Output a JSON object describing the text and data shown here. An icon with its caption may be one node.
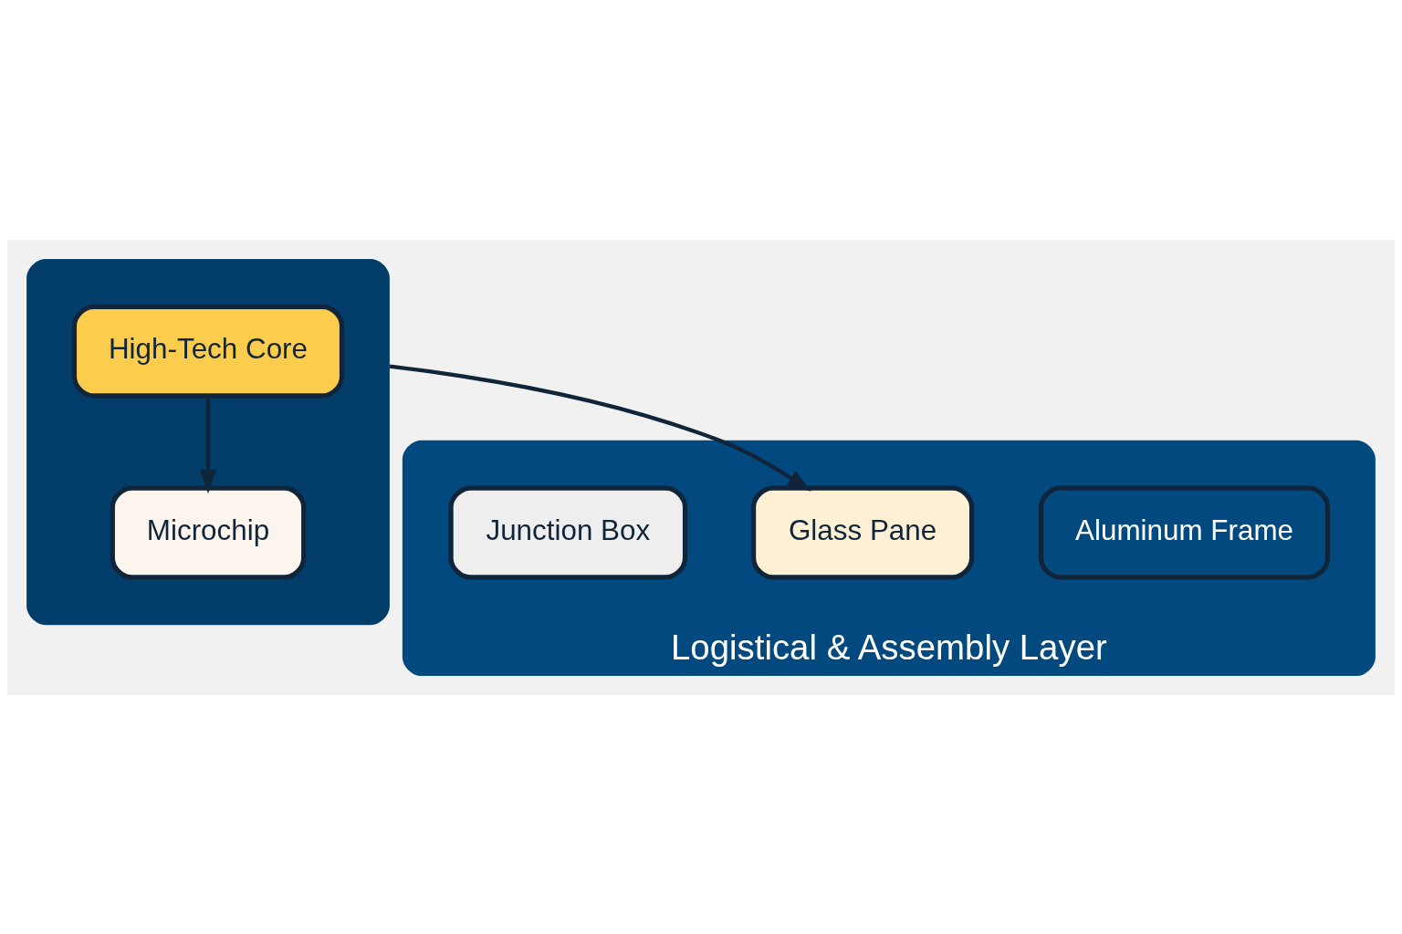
{
  "diagram": {
    "nodes": [
      {
        "text": [],
        "shape": "ellipse"
      },
      {
        "text": [
          "High-Tech Core"
        ],
        "in": 0
      },
      {
        "text": [
          "Microchip"
        ],
        "in": 0
      },
      {
        "text": [
          "Logistical & Assembly Layer"
        ]
      },
      {
        "text": [
          "Aluminum Frame"
        ],
        "in": 3
      },
      {
        "text": [
          "Glass Pane"
        ],
        "in": 3
      },
      {
        "text": [
          "Junction Box"
        ],
        "in": 3
      }
    ],
    "edges": [
      {
        "from": 1,
        "to": 2,
        "arrow": "to"
      },
      {
        "from": 0,
        "to": 5,
        "arrow": "to"
      }
    ]
  }
}
